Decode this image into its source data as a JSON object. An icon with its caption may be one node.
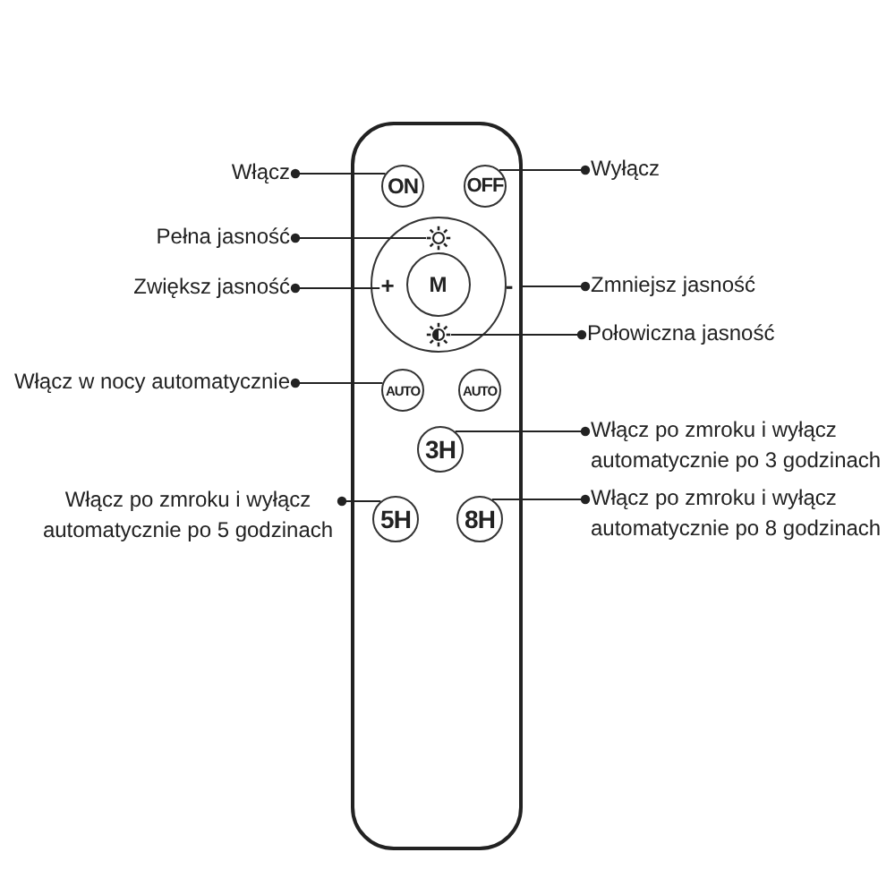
{
  "diagram": {
    "nodes": [
      {
        "text": [],
        "shape": "box"
      },
      {
        "text": [
          "ON"
        ],
        "in": 0
      },
      {
        "text": [
          "OFF"
        ],
        "in": 0
      },
      {
        "text": [],
        "shape": "circle",
        "in": 0
      },
      {
        "text": [],
        "shape": "sun",
        "in": 3
      },
      {
        "text": [
          "+"
        ],
        "in": 3
      },
      {
        "text": [
          "M"
        ],
        "in": 3
      },
      {
        "text": [
          "-"
        ],
        "in": 3
      },
      {
        "text": [],
        "shape": "sun",
        "in": 3
      },
      {
        "text": [
          "AUTO"
        ],
        "in": 0
      },
      {
        "text": [
          "AUTO"
        ],
        "in": 0
      },
      {
        "text": [
          "3H"
        ],
        "in": 0
      },
      {
        "text": [
          "5H"
        ],
        "in": 0
      },
      {
        "text": [
          "8H"
        ],
        "in": 0
      },
      {
        "text": [
          "Włącz"
        ]
      },
      {
        "text": [
          "Wyłącz"
        ]
      },
      {
        "text": [
          "Pełna jasność"
        ]
      },
      {
        "text": [
          "Zwiększ jasność"
        ]
      },
      {
        "text": [
          "Zmniejsz jasność"
        ]
      },
      {
        "text": [
          "Połowiczna jasność"
        ]
      },
      {
        "text": [
          "Włącz w nocy automatycznie"
        ]
      },
      {
        "text": [
          "Włącz po zmroku i wyłącz automatycznie po 3 godzinach"
        ]
      },
      {
        "text": [
          "Włącz po zmroku i wyłącz automatycznie po 5 godzinach"
        ]
      },
      {
        "text": [
          "Włącz po zmroku i wyłącz automatycznie po 8 godzinach"
        ]
      }
    ],
    "edges": [
      {
        "from": 14,
        "to": 1,
        "arrow": "other"
      },
      {
        "from": 15,
        "to": 2,
        "arrow": "other"
      },
      {
        "from": 16,
        "to": 4,
        "arrow": "other"
      },
      {
        "from": 17,
        "to": 5,
        "arrow": "other"
      },
      {
        "from": 18,
        "to": 7,
        "arrow": "other"
      },
      {
        "from": 19,
        "to": 8,
        "arrow": "other"
      },
      {
        "from": 20,
        "to": 9,
        "arrow": "other"
      },
      {
        "from": 21,
        "to": 11,
        "arrow": "other"
      },
      {
        "from": 22,
        "to": 12,
        "arrow": "other"
      },
      {
        "from": 23,
        "to": 13,
        "arrow": "other"
      }
    ]
  }
}
